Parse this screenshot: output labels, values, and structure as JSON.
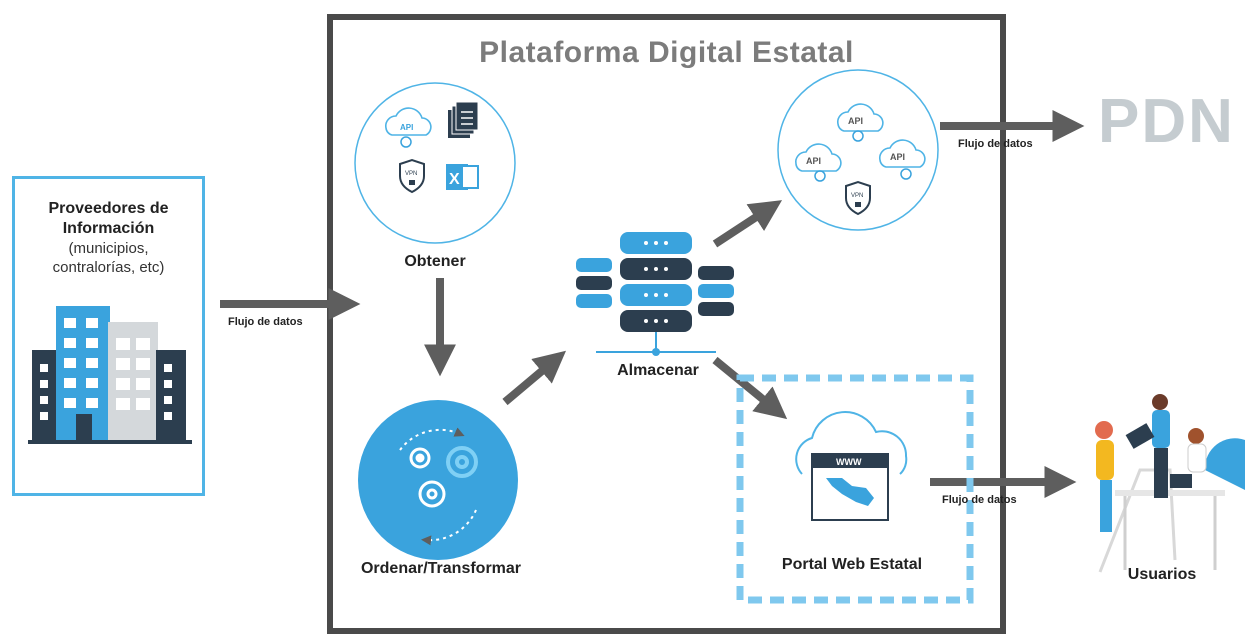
{
  "platform": {
    "title": "Plataforma Digital Estatal"
  },
  "provider": {
    "title_line1": "Proveedores de",
    "title_line2": "Información",
    "sub_line1": "(municipios,",
    "sub_line2": "contralorías, etc)"
  },
  "flows": {
    "in_label": "Flujo de datos",
    "pdn_label": "Flujo de datos",
    "users_label": "Flujo de datos"
  },
  "steps": {
    "obtener": "Obtener",
    "ordenar": "Ordenar/Transformar",
    "almacenar": "Almacenar",
    "portal": "Portal Web Estatal"
  },
  "destinations": {
    "pdn": "PDN",
    "usuarios": "Usuarios"
  },
  "icons": {
    "obtener": [
      "api-cloud-icon",
      "documents-icon",
      "vpn-shield-icon",
      "excel-icon"
    ],
    "publish": [
      "api-cloud-icon",
      "api-cloud-icon",
      "api-cloud-icon",
      "vpn-shield-icon"
    ],
    "api_text": "API",
    "vpn_text": "VPN",
    "www_text": "WWW",
    "excel_text": "X"
  },
  "colors": {
    "accent": "#4fb4e6",
    "frame": "#4a4a4a",
    "arrow": "#5e5e5e",
    "pdn": "#c5ccd0",
    "circle_fill": "#3aa3dd"
  }
}
